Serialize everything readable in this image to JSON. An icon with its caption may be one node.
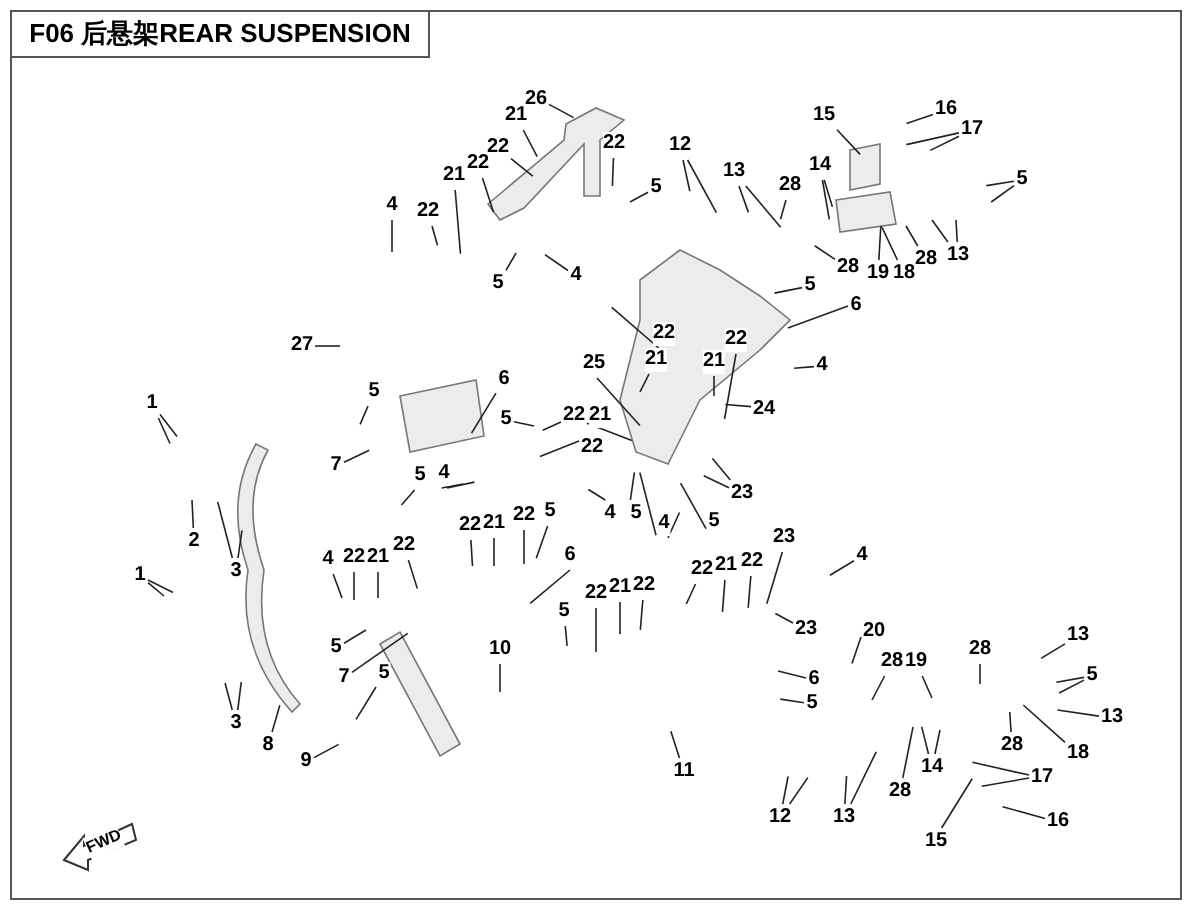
{
  "diagram": {
    "title": "F06 后悬架REAR SUSPENSION",
    "nodes": [
      {
        "text": [
          "26"
        ]
      },
      {
        "text": [
          "21"
        ]
      },
      {
        "text": [
          "22"
        ]
      },
      {
        "text": [
          "22"
        ]
      },
      {
        "text": [
          "21"
        ]
      },
      {
        "text": [
          "22"
        ]
      },
      {
        "text": [
          "4"
        ]
      },
      {
        "text": [
          "5"
        ]
      },
      {
        "text": [
          "4"
        ]
      },
      {
        "text": [
          "22"
        ]
      },
      {
        "text": [
          "5"
        ]
      },
      {
        "text": [
          "12"
        ]
      },
      {
        "text": [
          "13"
        ]
      },
      {
        "text": [
          "28"
        ]
      },
      {
        "text": [
          "14"
        ]
      },
      {
        "text": [
          "15"
        ]
      },
      {
        "text": [
          "16"
        ]
      },
      {
        "text": [
          "17"
        ]
      },
      {
        "text": [
          "5"
        ]
      },
      {
        "text": [
          "28"
        ]
      },
      {
        "text": [
          "13"
        ]
      },
      {
        "text": [
          "19"
        ]
      },
      {
        "text": [
          "18"
        ]
      },
      {
        "text": [
          "28"
        ]
      },
      {
        "text": [
          "5"
        ]
      },
      {
        "text": [
          "6"
        ]
      },
      {
        "text": [
          "27"
        ]
      },
      {
        "text": [
          "25"
        ]
      },
      {
        "text": [
          "22"
        ]
      },
      {
        "text": [
          "21"
        ]
      },
      {
        "text": [
          "22"
        ]
      },
      {
        "text": [
          "21"
        ]
      },
      {
        "text": [
          "22"
        ]
      },
      {
        "text": [
          "6"
        ]
      },
      {
        "text": [
          "5"
        ]
      },
      {
        "text": [
          "4"
        ]
      },
      {
        "text": [
          "24"
        ]
      },
      {
        "text": [
          "22"
        ]
      },
      {
        "text": [
          "21"
        ]
      },
      {
        "text": [
          "23"
        ]
      },
      {
        "text": [
          "5"
        ]
      },
      {
        "text": [
          "7"
        ]
      },
      {
        "text": [
          "1"
        ]
      },
      {
        "text": [
          "2"
        ]
      },
      {
        "text": [
          "3"
        ]
      },
      {
        "text": [
          "1"
        ]
      },
      {
        "text": [
          "3"
        ]
      },
      {
        "text": [
          "4"
        ]
      },
      {
        "text": [
          "22"
        ]
      },
      {
        "text": [
          "21"
        ]
      },
      {
        "text": [
          "22"
        ]
      },
      {
        "text": [
          "5"
        ]
      },
      {
        "text": [
          "4"
        ]
      },
      {
        "text": [
          "22"
        ]
      },
      {
        "text": [
          "21"
        ]
      },
      {
        "text": [
          "22"
        ]
      },
      {
        "text": [
          "5"
        ]
      },
      {
        "text": [
          "6"
        ]
      },
      {
        "text": [
          "5"
        ]
      },
      {
        "text": [
          "7"
        ]
      },
      {
        "text": [
          "5"
        ]
      },
      {
        "text": [
          "8"
        ]
      },
      {
        "text": [
          "9"
        ]
      },
      {
        "text": [
          "10"
        ]
      },
      {
        "text": [
          "5"
        ]
      },
      {
        "text": [
          "22"
        ]
      },
      {
        "text": [
          "21"
        ]
      },
      {
        "text": [
          "22"
        ]
      },
      {
        "text": [
          "4"
        ]
      },
      {
        "text": [
          "5"
        ]
      },
      {
        "text": [
          "4"
        ]
      },
      {
        "text": [
          "5"
        ]
      },
      {
        "text": [
          "22"
        ]
      },
      {
        "text": [
          "21"
        ]
      },
      {
        "text": [
          "22"
        ]
      },
      {
        "text": [
          "23"
        ]
      },
      {
        "text": [
          "4"
        ]
      },
      {
        "text": [
          "23"
        ]
      },
      {
        "text": [
          "20"
        ]
      },
      {
        "text": [
          "6"
        ]
      },
      {
        "text": [
          "5"
        ]
      },
      {
        "text": [
          "11"
        ]
      },
      {
        "text": [
          "12"
        ]
      },
      {
        "text": [
          "13"
        ]
      },
      {
        "text": [
          "28"
        ]
      },
      {
        "text": [
          "28"
        ]
      },
      {
        "text": [
          "14"
        ]
      },
      {
        "text": [
          "19"
        ]
      },
      {
        "text": [
          "28"
        ]
      },
      {
        "text": [
          "13"
        ]
      },
      {
        "text": [
          "5"
        ]
      },
      {
        "text": [
          "13"
        ]
      },
      {
        "text": [
          "18"
        ]
      },
      {
        "text": [
          "28"
        ]
      },
      {
        "text": [
          "17"
        ]
      },
      {
        "text": [
          "16"
        ]
      },
      {
        "text": [
          "15"
        ]
      }
    ],
    "edges": [
      {
        "from": 0,
        "to": null,
        "arrow": "none"
      },
      {
        "from": 1,
        "to": null,
        "arrow": "none"
      },
      {
        "from": 2,
        "to": null,
        "arrow": "none"
      },
      {
        "from": 3,
        "to": null,
        "arrow": "none"
      },
      {
        "from": 4,
        "to": null,
        "arrow": "none"
      },
      {
        "from": 5,
        "to": null,
        "arrow": "none"
      },
      {
        "from": 6,
        "to": null,
        "arrow": "none"
      },
      {
        "from": 7,
        "to": null,
        "arrow": "none"
      },
      {
        "from": 8,
        "to": null,
        "arrow": "none"
      },
      {
        "from": 9,
        "to": null,
        "arrow": "none"
      },
      {
        "from": 10,
        "to": null,
        "arrow": "none"
      },
      {
        "from": 11,
        "to": null,
        "arrow": "none"
      },
      {
        "from": 11,
        "to": null,
        "arrow": "none"
      },
      {
        "from": 12,
        "to": null,
        "arrow": "none"
      },
      {
        "from": 12,
        "to": null,
        "arrow": "none"
      },
      {
        "from": 13,
        "to": null,
        "arrow": "none"
      },
      {
        "from": 14,
        "to": null,
        "arrow": "none"
      },
      {
        "from": 14,
        "to": null,
        "arrow": "none"
      },
      {
        "from": 15,
        "to": null,
        "arrow": "none"
      },
      {
        "from": 16,
        "to": null,
        "arrow": "none"
      },
      {
        "from": 17,
        "to": null,
        "arrow": "none"
      },
      {
        "from": 17,
        "to": null,
        "arrow": "none"
      },
      {
        "from": 18,
        "to": null,
        "arrow": "none"
      },
      {
        "from": 18,
        "to": null,
        "arrow": "none"
      },
      {
        "from": 19,
        "to": null,
        "arrow": "none"
      },
      {
        "from": 20,
        "to": null,
        "arrow": "none"
      },
      {
        "from": 20,
        "to": null,
        "arrow": "none"
      },
      {
        "from": 21,
        "to": null,
        "arrow": "none"
      },
      {
        "from": 22,
        "to": null,
        "arrow": "none"
      },
      {
        "from": 23,
        "to": null,
        "arrow": "none"
      },
      {
        "from": 24,
        "to": null,
        "arrow": "none"
      },
      {
        "from": 25,
        "to": null,
        "arrow": "none"
      },
      {
        "from": 26,
        "to": null,
        "arrow": "none"
      },
      {
        "from": 27,
        "to": null,
        "arrow": "none"
      },
      {
        "from": 28,
        "to": null,
        "arrow": "none"
      },
      {
        "from": 29,
        "to": null,
        "arrow": "none"
      },
      {
        "from": 30,
        "to": null,
        "arrow": "none"
      },
      {
        "from": 31,
        "to": null,
        "arrow": "none"
      },
      {
        "from": 32,
        "to": null,
        "arrow": "none"
      },
      {
        "from": 33,
        "to": null,
        "arrow": "none"
      },
      {
        "from": 34,
        "to": null,
        "arrow": "none"
      },
      {
        "from": 35,
        "to": null,
        "arrow": "none"
      },
      {
        "from": 36,
        "to": null,
        "arrow": "none"
      },
      {
        "from": 37,
        "to": null,
        "arrow": "none"
      },
      {
        "from": 38,
        "to": null,
        "arrow": "none"
      },
      {
        "from": 39,
        "to": null,
        "arrow": "none"
      },
      {
        "from": 39,
        "to": null,
        "arrow": "none"
      },
      {
        "from": 40,
        "to": null,
        "arrow": "none"
      },
      {
        "from": 41,
        "to": null,
        "arrow": "none"
      },
      {
        "from": 42,
        "to": null,
        "arrow": "none"
      },
      {
        "from": 42,
        "to": null,
        "arrow": "none"
      },
      {
        "from": 43,
        "to": null,
        "arrow": "none"
      },
      {
        "from": 44,
        "to": null,
        "arrow": "none"
      },
      {
        "from": 44,
        "to": null,
        "arrow": "none"
      },
      {
        "from": 45,
        "to": null,
        "arrow": "none"
      },
      {
        "from": 45,
        "to": null,
        "arrow": "none"
      },
      {
        "from": 46,
        "to": null,
        "arrow": "none"
      },
      {
        "from": 46,
        "to": null,
        "arrow": "none"
      },
      {
        "from": 47,
        "to": null,
        "arrow": "none"
      },
      {
        "from": 48,
        "to": null,
        "arrow": "none"
      },
      {
        "from": 49,
        "to": null,
        "arrow": "none"
      },
      {
        "from": 50,
        "to": null,
        "arrow": "none"
      },
      {
        "from": 51,
        "to": null,
        "arrow": "none"
      },
      {
        "from": 52,
        "to": null,
        "arrow": "none"
      },
      {
        "from": 52,
        "to": null,
        "arrow": "none"
      },
      {
        "from": 53,
        "to": null,
        "arrow": "none"
      },
      {
        "from": 54,
        "to": null,
        "arrow": "none"
      },
      {
        "from": 55,
        "to": null,
        "arrow": "none"
      },
      {
        "from": 56,
        "to": null,
        "arrow": "none"
      },
      {
        "from": 57,
        "to": null,
        "arrow": "none"
      },
      {
        "from": 58,
        "to": null,
        "arrow": "none"
      },
      {
        "from": 59,
        "to": null,
        "arrow": "none"
      },
      {
        "from": 60,
        "to": null,
        "arrow": "none"
      },
      {
        "from": 61,
        "to": null,
        "arrow": "none"
      },
      {
        "from": 62,
        "to": null,
        "arrow": "none"
      },
      {
        "from": 63,
        "to": null,
        "arrow": "none"
      },
      {
        "from": 64,
        "to": null,
        "arrow": "none"
      },
      {
        "from": 65,
        "to": null,
        "arrow": "none"
      },
      {
        "from": 66,
        "to": null,
        "arrow": "none"
      },
      {
        "from": 67,
        "to": null,
        "arrow": "none"
      },
      {
        "from": 68,
        "to": null,
        "arrow": "none"
      },
      {
        "from": 69,
        "to": null,
        "arrow": "none"
      },
      {
        "from": 70,
        "to": null,
        "arrow": "none"
      },
      {
        "from": 70,
        "to": null,
        "arrow": "none"
      },
      {
        "from": 71,
        "to": null,
        "arrow": "none"
      },
      {
        "from": 72,
        "to": null,
        "arrow": "none"
      },
      {
        "from": 73,
        "to": null,
        "arrow": "none"
      },
      {
        "from": 74,
        "to": null,
        "arrow": "none"
      },
      {
        "from": 75,
        "to": null,
        "arrow": "none"
      },
      {
        "from": 76,
        "to": null,
        "arrow": "none"
      },
      {
        "from": 77,
        "to": null,
        "arrow": "none"
      },
      {
        "from": 78,
        "to": null,
        "arrow": "none"
      },
      {
        "from": 79,
        "to": null,
        "arrow": "none"
      },
      {
        "from": 80,
        "to": null,
        "arrow": "none"
      },
      {
        "from": 81,
        "to": null,
        "arrow": "none"
      },
      {
        "from": 82,
        "to": null,
        "arrow": "none"
      },
      {
        "from": 82,
        "to": null,
        "arrow": "none"
      },
      {
        "from": 83,
        "to": null,
        "arrow": "none"
      },
      {
        "from": 83,
        "to": null,
        "arrow": "none"
      },
      {
        "from": 84,
        "to": null,
        "arrow": "none"
      },
      {
        "from": 85,
        "to": null,
        "arrow": "none"
      },
      {
        "from": 86,
        "to": null,
        "arrow": "none"
      },
      {
        "from": 86,
        "to": null,
        "arrow": "none"
      },
      {
        "from": 87,
        "to": null,
        "arrow": "none"
      },
      {
        "from": 88,
        "to": null,
        "arrow": "none"
      },
      {
        "from": 89,
        "to": null,
        "arrow": "none"
      },
      {
        "from": 90,
        "to": null,
        "arrow": "none"
      },
      {
        "from": 90,
        "to": null,
        "arrow": "none"
      },
      {
        "from": 91,
        "to": null,
        "arrow": "none"
      },
      {
        "from": 92,
        "to": null,
        "arrow": "none"
      },
      {
        "from": 93,
        "to": null,
        "arrow": "none"
      },
      {
        "from": 94,
        "to": null,
        "arrow": "none"
      },
      {
        "from": 94,
        "to": null,
        "arrow": "none"
      },
      {
        "from": 95,
        "to": null,
        "arrow": "none"
      },
      {
        "from": 96,
        "to": null,
        "arrow": "none"
      }
    ],
    "labels": [
      "FWD"
    ]
  }
}
